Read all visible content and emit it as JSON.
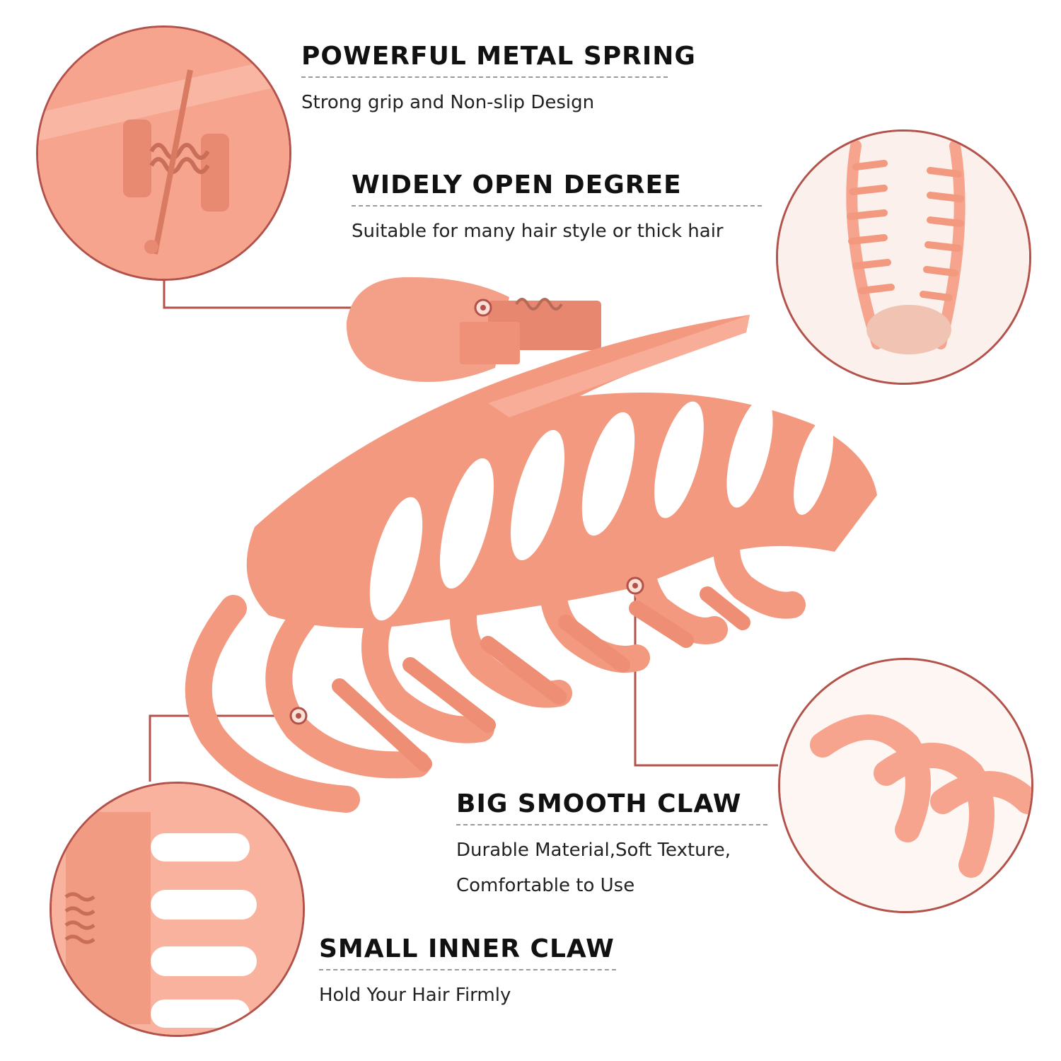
{
  "features": [
    {
      "title": "POWERFUL METAL SPRING",
      "description": "Strong grip and Non-slip Design"
    },
    {
      "title": "WIDELY OPEN DEGREE",
      "description": "Suitable for many hair style or thick hair"
    },
    {
      "title": "BIG SMOOTH CLAW",
      "description": "Durable Material,Soft Texture,",
      "description_2": "Comfortable to Use"
    },
    {
      "title": "SMALL INNER CLAW",
      "description": "Hold Your Hair Firmly"
    }
  ],
  "colors": {
    "accent": "#b3524a",
    "product": "#f2997f",
    "product_light": "#f8b49f",
    "product_shadow": "#d97a63"
  }
}
